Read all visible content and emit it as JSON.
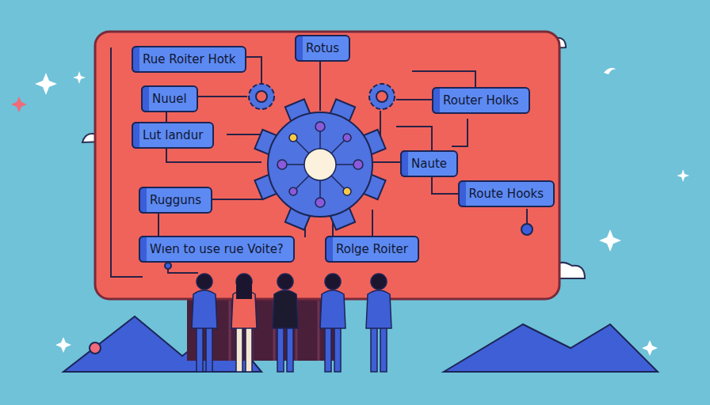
{
  "diagram": {
    "nodes": [
      {
        "text": [
          "Rotus"
        ]
      },
      {
        "text": [
          "Rue Roiter Hotk"
        ]
      },
      {
        "text": [
          "Nuuel"
        ]
      },
      {
        "text": [
          "Router Holks"
        ]
      },
      {
        "text": [
          "Lut landur"
        ]
      },
      {
        "text": [
          "Naute"
        ]
      },
      {
        "text": [
          "Route Hooks"
        ]
      },
      {
        "text": [
          "Rugguns"
        ]
      },
      {
        "text": [
          "Wıen to use rue Voite?"
        ]
      },
      {
        "text": [
          "Rolge Roiter"
        ]
      }
    ]
  }
}
